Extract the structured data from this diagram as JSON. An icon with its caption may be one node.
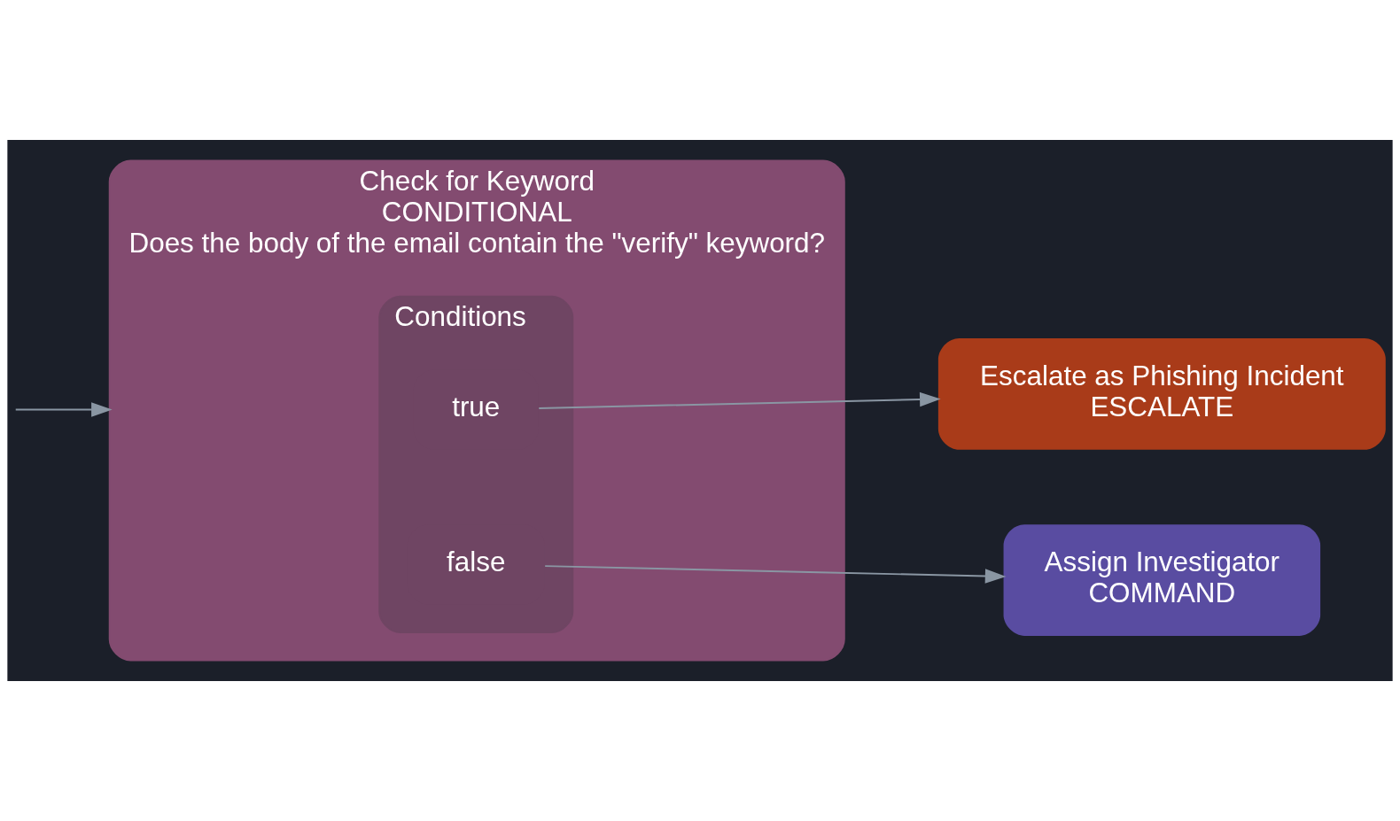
{
  "diagram": {
    "nodes": [
      {
        "text": [
          "Check for Keyword",
          "CONDITIONAL",
          "Does the body of the email contain the \"verify\" keyword?"
        ]
      },
      {
        "text": [
          "Conditions"
        ],
        "in": 0
      },
      {
        "text": [
          "true"
        ],
        "in": 1
      },
      {
        "text": [
          "false"
        ],
        "in": 1
      },
      {
        "text": [
          "Escalate as Phishing Incident",
          "ESCALATE"
        ]
      },
      {
        "text": [
          "Assign Investigator",
          "COMMAND"
        ]
      }
    ],
    "edges": [
      {
        "from": null,
        "to": 0,
        "arrow": "to"
      },
      {
        "from": 2,
        "to": 4,
        "arrow": "to"
      },
      {
        "from": 3,
        "to": 5,
        "arrow": "to"
      }
    ]
  }
}
